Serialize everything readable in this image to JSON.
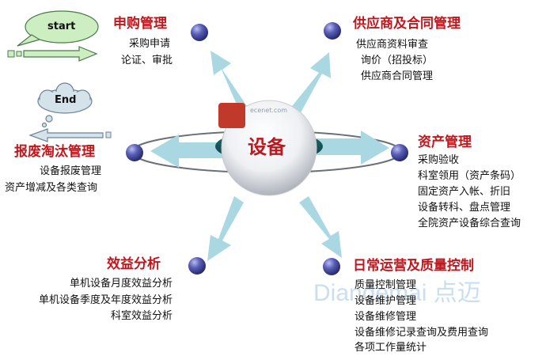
{
  "center": {
    "label": "设备"
  },
  "flow": {
    "start_label": "start",
    "end_label": "End"
  },
  "nodes": [
    {
      "id": "purchase",
      "title": "申购管理",
      "items": [
        "采购申请",
        "论证、审批"
      ]
    },
    {
      "id": "supplier",
      "title": "供应商及合同管理",
      "items": [
        "供应商资料审查",
        "询价（招投标）",
        "供应商合同管理"
      ]
    },
    {
      "id": "scrap",
      "title": "报废淘汰管理",
      "items": [
        "设备报废管理",
        "资产增减及各类查询"
      ]
    },
    {
      "id": "asset",
      "title": "资产管理",
      "items": [
        "采购验收",
        "科室领用（资产条码）",
        "固定资产入帐、折旧",
        "设备转科、盘点管理",
        "全院资产设备综合查询"
      ]
    },
    {
      "id": "benefit",
      "title": "效益分析",
      "items": [
        "单机设备月度效益分析",
        "单机设备季度及年度效益分析",
        "科室效益分析"
      ]
    },
    {
      "id": "ops",
      "title": "日常运营及质量控制",
      "items": [
        "质量控制管理",
        "设备维护管理",
        "设备维修管理",
        "设备维修记录查询及费用查询",
        "各项工作量统计"
      ]
    }
  ],
  "watermark": {
    "text": "Diandemai 点迈",
    "site": "ecenet.com"
  },
  "colors": {
    "title_red": "#c0161c",
    "arrow": "#a9d8e2",
    "node": "#3b3f8c",
    "bubble": "#cdeec0",
    "end_bubble": "#d4e2ea"
  }
}
